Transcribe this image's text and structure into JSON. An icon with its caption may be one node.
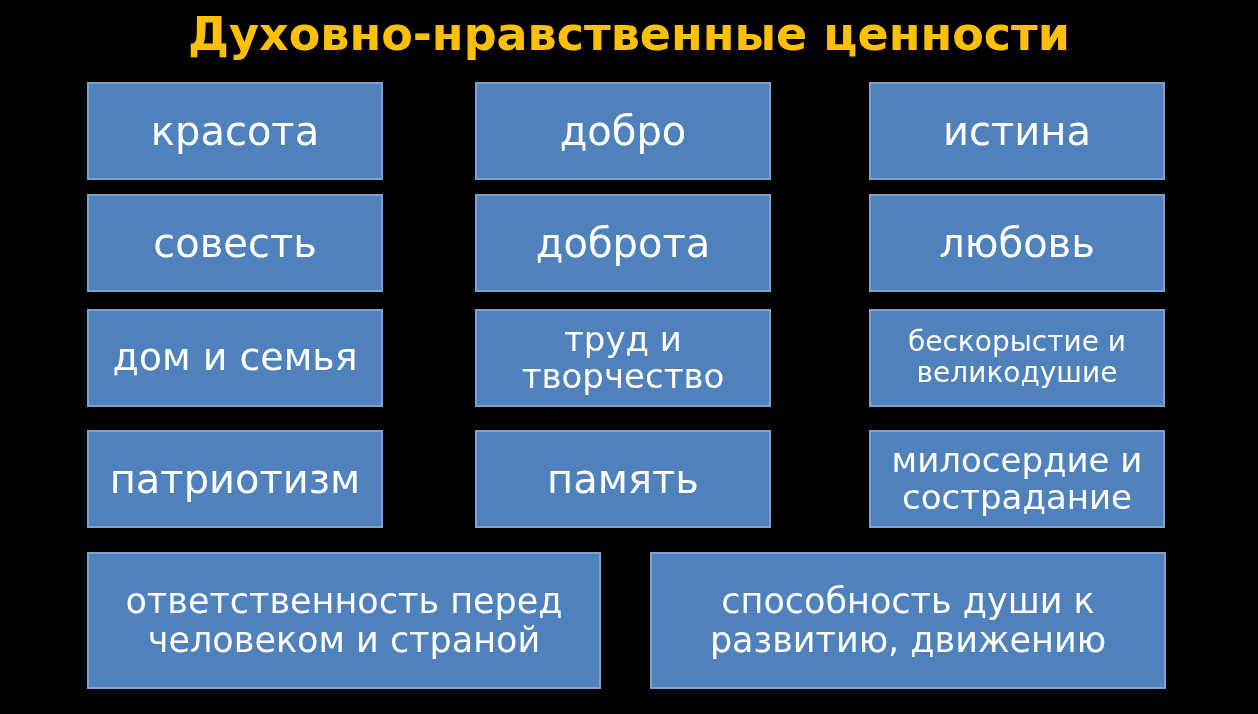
{
  "diagram": {
    "title": "Духовно-нравственные ценности",
    "nodes": [
      {
        "text": [
          "красота"
        ]
      },
      {
        "text": [
          "добро"
        ]
      },
      {
        "text": [
          "истина"
        ]
      },
      {
        "text": [
          "совесть"
        ]
      },
      {
        "text": [
          "доброта"
        ]
      },
      {
        "text": [
          "любовь"
        ]
      },
      {
        "text": [
          "дом и семья"
        ]
      },
      {
        "text": [
          "труд и творчество"
        ]
      },
      {
        "text": [
          "бескорыстие и великодушие"
        ]
      },
      {
        "text": [
          "патриотизм"
        ]
      },
      {
        "text": [
          "память"
        ]
      },
      {
        "text": [
          "милосердие и сострадание"
        ]
      },
      {
        "text": [
          "ответственность перед человеком и страной"
        ]
      },
      {
        "text": [
          "способность души к развитию, движению"
        ]
      }
    ]
  }
}
